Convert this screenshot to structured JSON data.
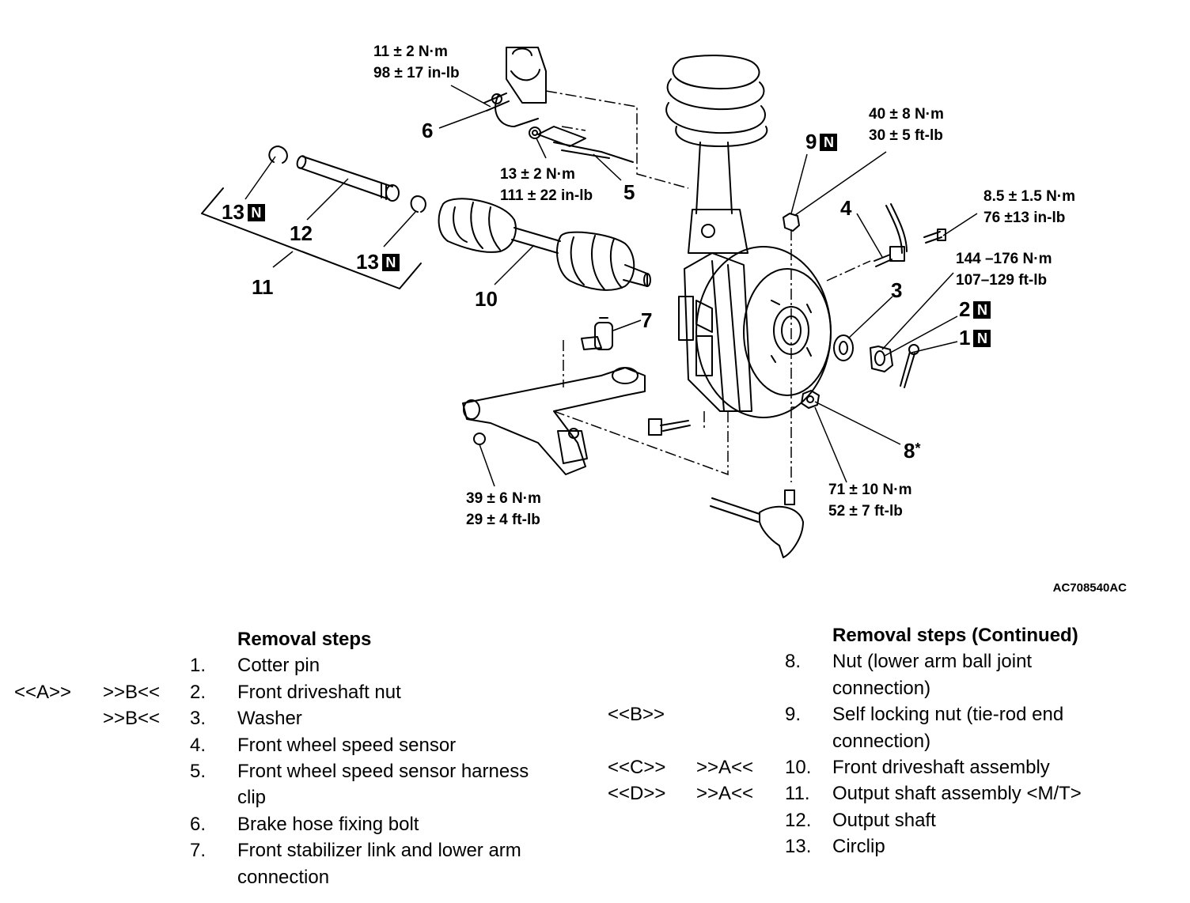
{
  "diagram": {
    "image_code": "AC708540AC",
    "labels": {
      "l1": "1",
      "l2": "2",
      "l3": "3",
      "l4": "4",
      "l5": "5",
      "l6": "6",
      "l7": "7",
      "l8": "8",
      "l8_mark": "*",
      "l9": "9",
      "l10": "10",
      "l11": "11",
      "l12": "12",
      "l13a": "13",
      "l13b": "13",
      "n_box": "N"
    },
    "torques": {
      "t6_line1": "11 ± 2 N·m",
      "t6_line2": "98 ± 17 in-lb",
      "t5_line1": "13 ± 2 N·m",
      "t5_line2": "111 ± 22 in-lb",
      "t9_line1": "40 ± 8 N·m",
      "t9_line2": "30 ± 5 ft-lb",
      "t4_line1": "8.5 ± 1.5 N·m",
      "t4_line2": "76 ±13 in-lb",
      "t2_line1": "144 –176 N·m",
      "t2_line2": "107–129 ft-lb",
      "t7_line1": "39 ± 6 N·m",
      "t7_line2": "29 ± 4 ft-lb",
      "t8_line1": "71 ± 10 N·m",
      "t8_line2": "52 ± 7 ft-lb"
    }
  },
  "steps_left": {
    "title": "Removal steps",
    "items": [
      {
        "mark1": "",
        "mark2": "",
        "num": "1.",
        "text": "Cotter pin"
      },
      {
        "mark1": "<<A>>",
        "mark2": ">>B<<",
        "num": "2.",
        "text": "Front driveshaft nut"
      },
      {
        "mark1": "",
        "mark2": ">>B<<",
        "num": "3.",
        "text": "Washer"
      },
      {
        "mark1": "",
        "mark2": "",
        "num": "4.",
        "text": "Front wheel speed sensor"
      },
      {
        "mark1": "",
        "mark2": "",
        "num": "5.",
        "text": "Front wheel speed sensor harness"
      },
      {
        "mark1": "",
        "mark2": "",
        "num": "",
        "text": "clip"
      },
      {
        "mark1": "",
        "mark2": "",
        "num": "6.",
        "text": "Brake hose fixing bolt"
      },
      {
        "mark1": "",
        "mark2": "",
        "num": "7.",
        "text": "Front stabilizer link and lower arm"
      },
      {
        "mark1": "",
        "mark2": "",
        "num": "",
        "text": "connection"
      }
    ]
  },
  "steps_right": {
    "title": "Removal steps (Continued)",
    "items": [
      {
        "mark1": "",
        "mark2": "",
        "num": "8.",
        "text": "Nut (lower arm ball joint"
      },
      {
        "mark1": "",
        "mark2": "",
        "num": "",
        "text": "connection)"
      },
      {
        "mark1": "<<B>>",
        "mark2": "",
        "num": "9.",
        "text": "Self locking nut (tie-rod end"
      },
      {
        "mark1": "",
        "mark2": "",
        "num": "",
        "text": "connection)"
      },
      {
        "mark1": "<<C>>",
        "mark2": ">>A<<",
        "num": "10.",
        "text": "Front driveshaft assembly"
      },
      {
        "mark1": "<<D>>",
        "mark2": ">>A<<",
        "num": "11.",
        "text": "Output shaft assembly <M/T>"
      },
      {
        "mark1": "",
        "mark2": "",
        "num": "12.",
        "text": "Output shaft"
      },
      {
        "mark1": "",
        "mark2": "",
        "num": "13.",
        "text": "Circlip"
      }
    ]
  }
}
